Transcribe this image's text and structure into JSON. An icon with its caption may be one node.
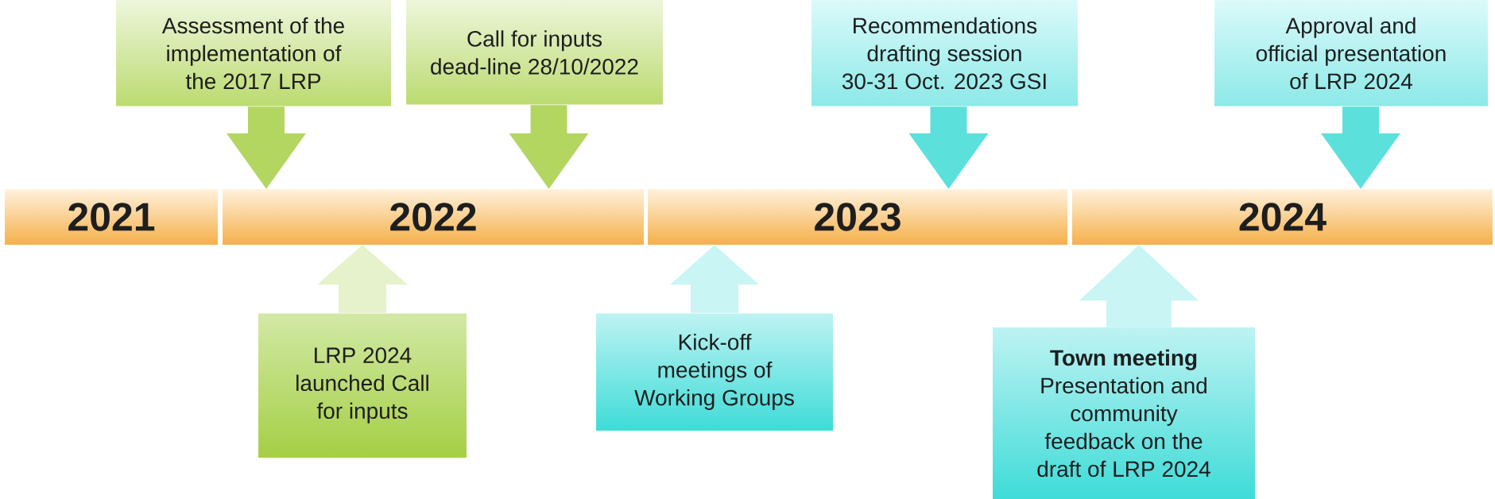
{
  "diagram": {
    "nodes": [
      {
        "text": [
          "Assessment of the implementation of the 2017 LRP"
        ]
      },
      {
        "text": [
          "Call for inputs dead-line 28/10/2022"
        ]
      },
      {
        "text": [
          "Recommendations drafting session 30-31 Oct. 2023 GSI"
        ]
      },
      {
        "text": [
          "Approval and official presentation of LRP 2024"
        ]
      },
      {
        "text": [
          "2021"
        ]
      },
      {
        "text": [
          "2022"
        ]
      },
      {
        "text": [
          "2023"
        ]
      },
      {
        "text": [
          "2024"
        ]
      },
      {
        "text": [
          "LRP 2024 launched Call for inputs"
        ]
      },
      {
        "text": [
          "Kick-off meetings of Working Groups"
        ]
      },
      {
        "text": [
          "Town meeting",
          "Presentation and community feedback on the draft of LRP 2024"
        ]
      }
    ],
    "edges": [
      {
        "from": 0,
        "to": 5,
        "arrow": "to",
        "color": "#a6cf45"
      },
      {
        "from": 1,
        "to": 5,
        "arrow": "to",
        "color": "#a6cf45"
      },
      {
        "from": 2,
        "to": 6,
        "arrow": "to"
      },
      {
        "from": 3,
        "to": 7,
        "arrow": "to"
      },
      {
        "from": 8,
        "to": 5,
        "arrow": "to",
        "color": "#a6cf45"
      },
      {
        "from": 9,
        "to": 6,
        "arrow": "to"
      },
      {
        "from": 10,
        "to": 7,
        "arrow": "to"
      }
    ]
  }
}
